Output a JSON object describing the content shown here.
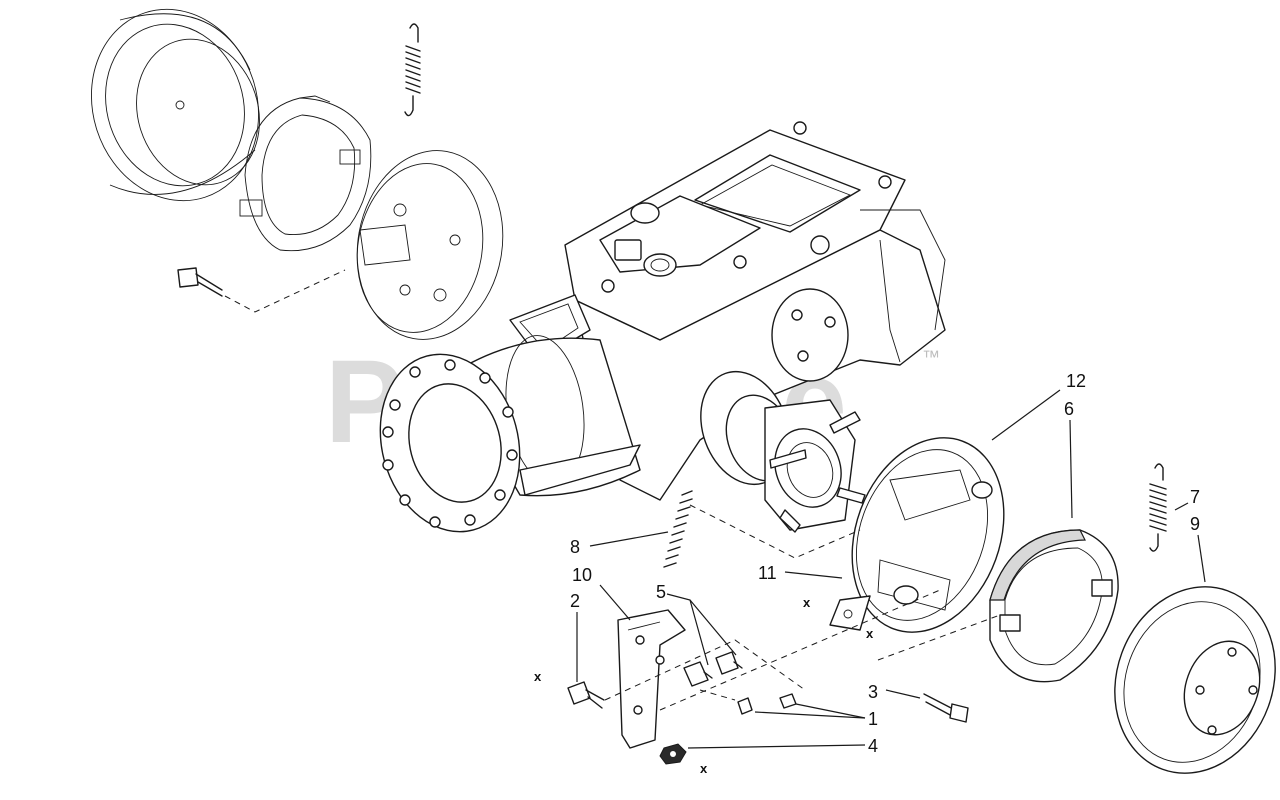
{
  "watermark": {
    "text": "PartsTree",
    "trademark": "™"
  },
  "callouts": [
    {
      "id": "c12",
      "label": "12"
    },
    {
      "id": "c6",
      "label": "6"
    },
    {
      "id": "c7",
      "label": "7"
    },
    {
      "id": "c9",
      "label": "9"
    },
    {
      "id": "c8",
      "label": "8"
    },
    {
      "id": "c10",
      "label": "10"
    },
    {
      "id": "c5",
      "label": "5"
    },
    {
      "id": "c11",
      "label": "11"
    },
    {
      "id": "c2",
      "label": "2"
    },
    {
      "id": "c3",
      "label": "3"
    },
    {
      "id": "c1",
      "label": "1"
    },
    {
      "id": "c4",
      "label": "4"
    }
  ],
  "x_marker": "x"
}
